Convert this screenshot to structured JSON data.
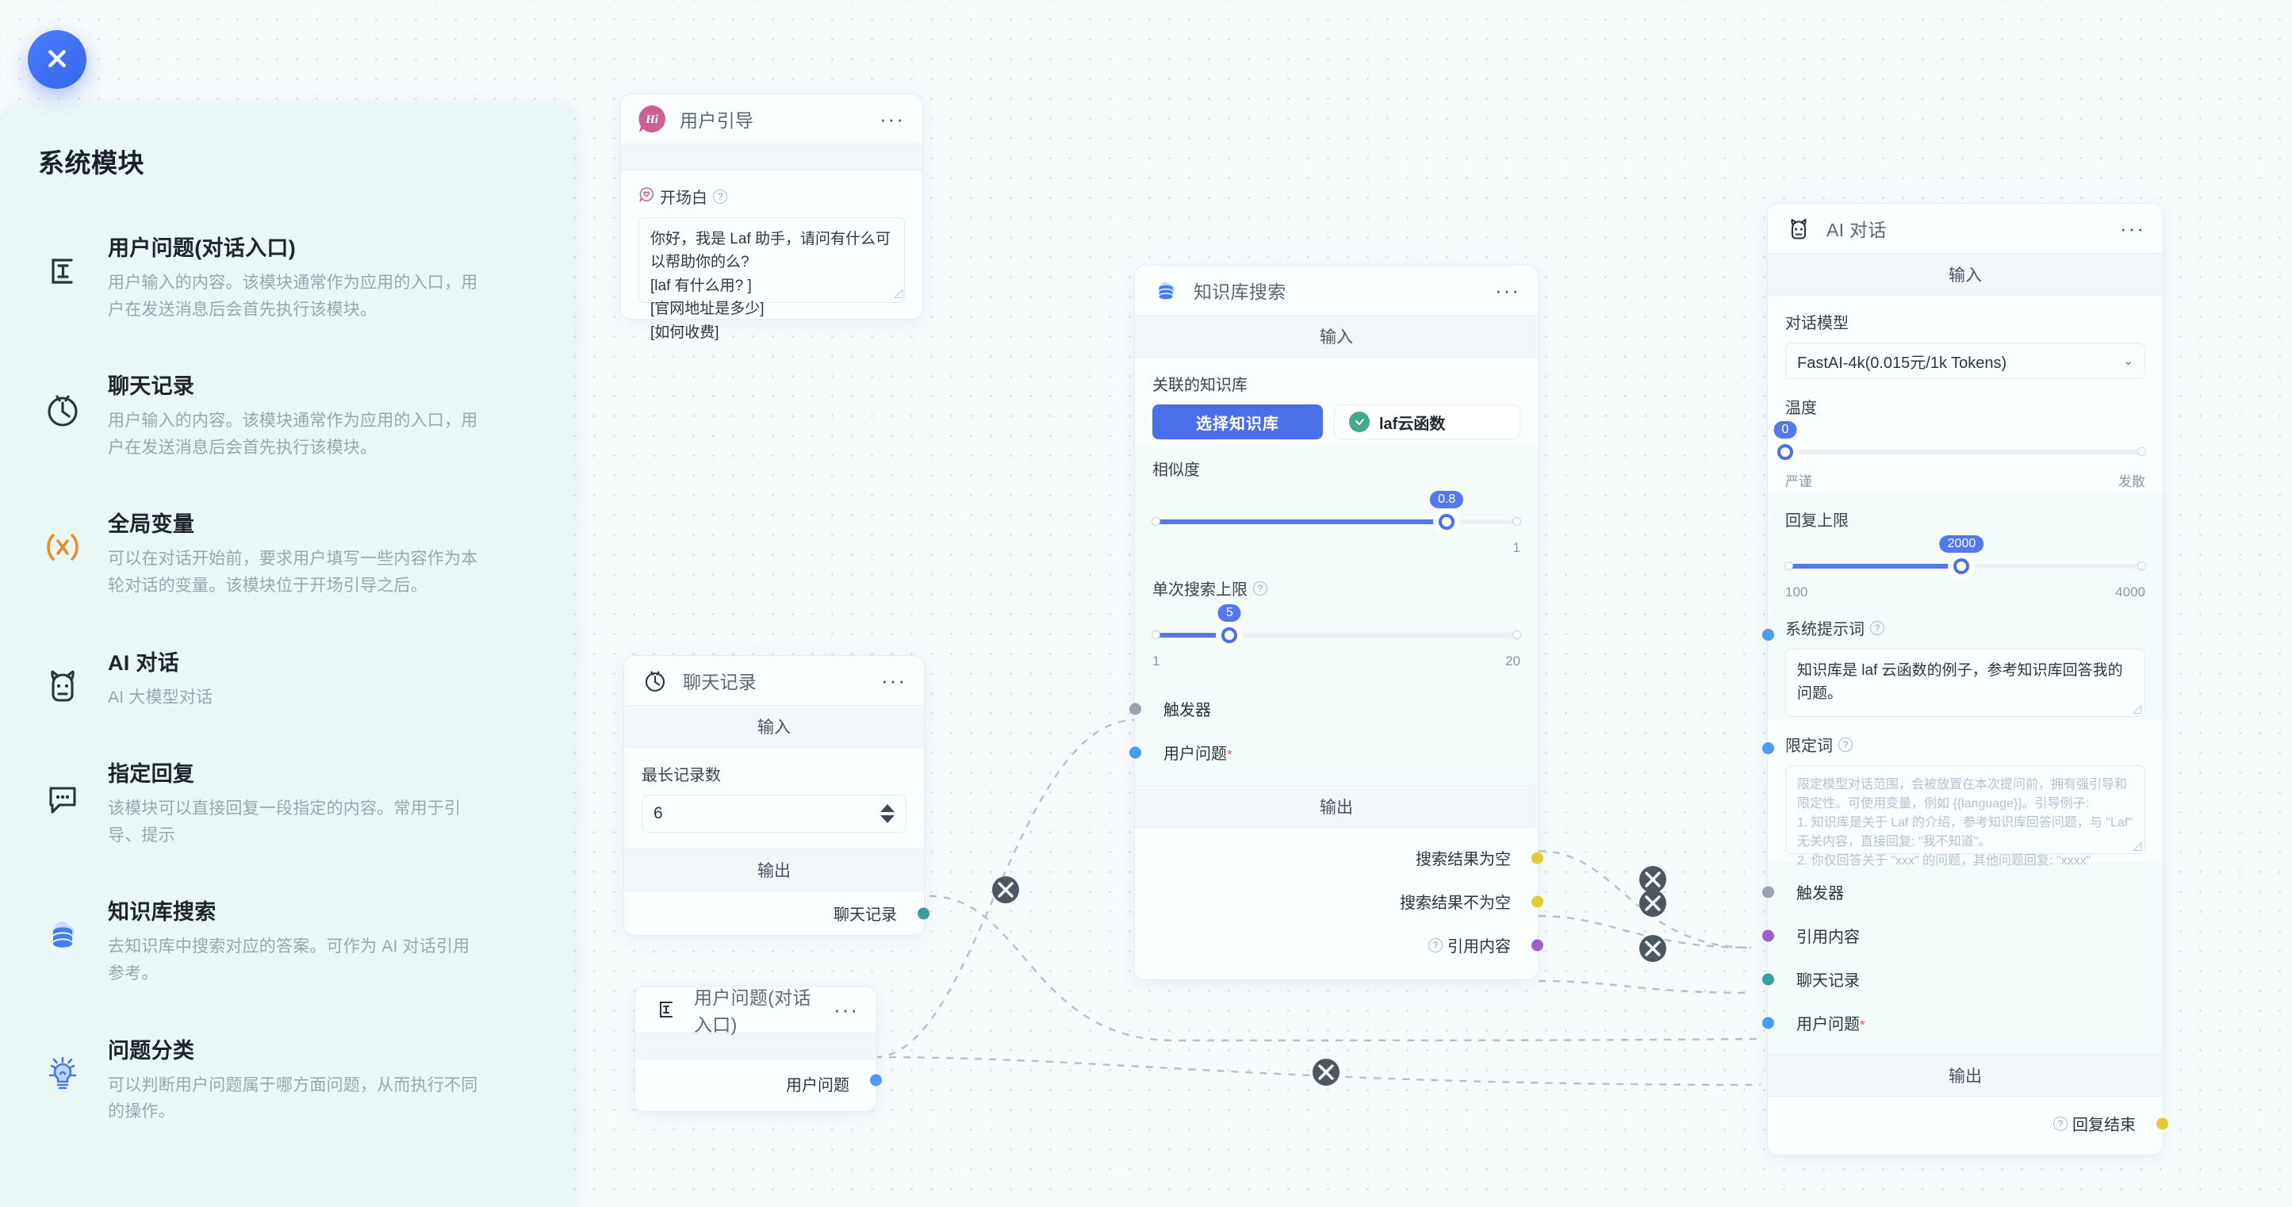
{
  "close_button": {
    "icon": "close-icon"
  },
  "sidebar": {
    "title": "系统模块",
    "items": [
      {
        "icon": "text-entry-icon",
        "name": "用户问题(对话入口)",
        "desc": "用户输入的内容。该模块通常作为应用的入口，用户在发送消息后会首先执行该模块。"
      },
      {
        "icon": "clock-history-icon",
        "name": "聊天记录",
        "desc": "用户输入的内容。该模块通常作为应用的入口，用户在发送消息后会首先执行该模块。"
      },
      {
        "icon": "variable-x-icon",
        "name": "全局变量",
        "desc": "可以在对话开始前，要求用户填写一些内容作为本轮对话的变量。该模块位于开场引导之后。"
      },
      {
        "icon": "robot-icon",
        "name": "AI 对话",
        "desc": "AI 大模型对话"
      },
      {
        "icon": "chat-bubble-icon",
        "name": "指定回复",
        "desc": "该模块可以直接回复一段指定的内容。常用于引导、提示"
      },
      {
        "icon": "database-cloud-icon",
        "name": "知识库搜索",
        "desc": "去知识库中搜索对应的答案。可作为 AI 对话引用参考。"
      },
      {
        "icon": "lightbulb-icon",
        "name": "问题分类",
        "desc": "可以判断用户问题属于哪方面问题，从而执行不同的操作。"
      }
    ]
  },
  "nodes": {
    "guide": {
      "icon": "hi-avatar-icon",
      "title": "用户引导",
      "menu": "···",
      "field_label": "开场白",
      "field_value": "你好，我是 Laf 助手，请问有什么可以帮助你的么?\n[laf 有什么用? ]\n[官网地址是多少]\n[如何收费]"
    },
    "chat_history": {
      "icon": "clock-history-icon",
      "title": "聊天记录",
      "menu": "···",
      "input_band": "输入",
      "field_label": "最长记录数",
      "field_value": "6",
      "output_band": "输出",
      "output_port": "聊天记录"
    },
    "user_question": {
      "icon": "text-entry-icon",
      "title": "用户问题(对话入口)",
      "menu": "···",
      "output_port": "用户问题"
    },
    "kb_search": {
      "icon": "database-cloud-icon",
      "title": "知识库搜索",
      "menu": "···",
      "input_band": "输入",
      "kb_label": "关联的知识库",
      "kb_select_button": "选择知识库",
      "kb_chip": "laf云函数",
      "similarity_label": "相似度",
      "similarity_value": "0.8",
      "similarity_min": "",
      "similarity_max": "1",
      "limit_label": "单次搜索上限",
      "limit_value": "5",
      "limit_min": "1",
      "limit_max": "20",
      "in_trigger": "触发器",
      "in_question": "用户问题",
      "in_question_star": "*",
      "output_band": "输出",
      "out_empty": "搜索结果为空",
      "out_not_empty": "搜索结果不为空",
      "out_quote": "引用内容"
    },
    "ai_chat": {
      "icon": "robot-icon",
      "title": "AI 对话",
      "menu": "···",
      "input_band": "输入",
      "model_label": "对话模型",
      "model_value": "FastAI-4k(0.015元/1k Tokens)",
      "temp_label": "温度",
      "temp_value": "0",
      "temp_left": "严谨",
      "temp_right": "发散",
      "maxtoken_label": "回复上限",
      "maxtoken_value": "2000",
      "maxtoken_min": "100",
      "maxtoken_max": "4000",
      "sys_prompt_label": "系统提示词",
      "sys_prompt_value": "知识库是 laf 云函数的例子，参考知识库回答我的问题。",
      "limiter_label": "限定词",
      "limiter_placeholder": "限定模型对话范围，会被放置在本次提问前，拥有强引导和限定性。可使用变量，例如 {{language}}。引导例子:\n1. 知识库是关于 Laf 的介绍，参考知识库回答问题，与 \"Laf\" 无关内容，直接回复: \"我不知道\"。\n2. 你仅回答关于 \"xxx\" 的问题，其他问题回复: \"xxxx\"",
      "in_trigger": "触发器",
      "in_quote": "引用内容",
      "in_history": "聊天记录",
      "in_question": "用户问题",
      "in_question_star": "*",
      "output_band": "输出",
      "out_finish": "回复结束"
    }
  },
  "colors": {
    "accent": "#4a6fe6",
    "canvas": "#f7fbfc",
    "sidebar": "#eaf7f7",
    "port_blue": "#4c9bf0",
    "port_teal": "#3b9e9e",
    "port_purple": "#9a62c9",
    "port_yellow": "#e0cb3a",
    "port_grey": "#9aa4ae",
    "pink": "#cd5f92",
    "orange": "#e98b30"
  },
  "edge_delete_label": "×"
}
